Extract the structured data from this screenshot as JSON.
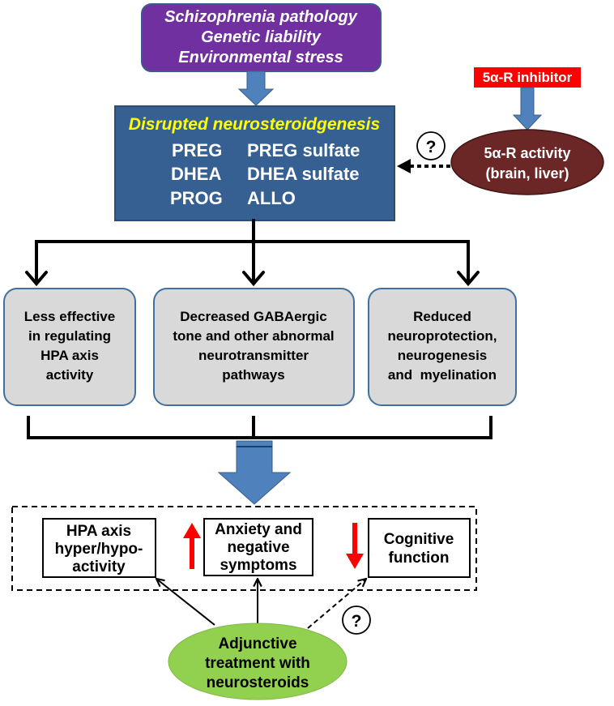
{
  "top_box": {
    "lines": [
      "Schizophrenia pathology",
      "Genetic liability",
      "Environmental stress"
    ]
  },
  "neurosteroidgenesis": {
    "title": "Disrupted neurosteroidgenesis",
    "rows": [
      [
        "PREG",
        "PREG sulfate"
      ],
      [
        "DHEA",
        "DHEA sulfate"
      ],
      [
        "PROG",
        "ALLO"
      ]
    ]
  },
  "inhibitor": {
    "label": "5α-R inhibitor"
  },
  "enzyme": {
    "lines": [
      "5α-R activity",
      "(brain, liver)"
    ]
  },
  "question_marks": {
    "enzyme_link": "?",
    "treatment_link": "?"
  },
  "effects": [
    {
      "lines": [
        "Less effective",
        "in regulating",
        "HPA axis",
        "activity"
      ]
    },
    {
      "lines": [
        "Decreased GABAergic",
        "tone and other abnormal",
        "neurotransmitter",
        "pathways"
      ]
    },
    {
      "lines": [
        "Reduced",
        "neuroprotection,",
        "neurogenesis",
        "and  myelination"
      ]
    }
  ],
  "outcomes": [
    {
      "lines": [
        "HPA axis",
        "hyper/hypo-",
        "activity"
      ]
    },
    {
      "lines": [
        "Anxiety and",
        "negative",
        "symptoms"
      ]
    },
    {
      "lines": [
        "Cognitive",
        "function"
      ]
    }
  ],
  "change_icons": [
    "up-arrow-icon",
    "down-arrow-icon"
  ],
  "treatment": {
    "lines": [
      "Adjunctive",
      "treatment with",
      "neurosteroids"
    ]
  },
  "colors": {
    "purple": "#7030A0",
    "main_blue": "#376092",
    "arrow_blue": "#4F81BD",
    "title_yellow": "#FFFF00",
    "inhibitor_red": "#FF0000",
    "enzyme_maroon": "#6B2626",
    "effect_gray": "#D9D9D9",
    "treatment_green": "#92D050",
    "change_red": "#FF0000"
  }
}
